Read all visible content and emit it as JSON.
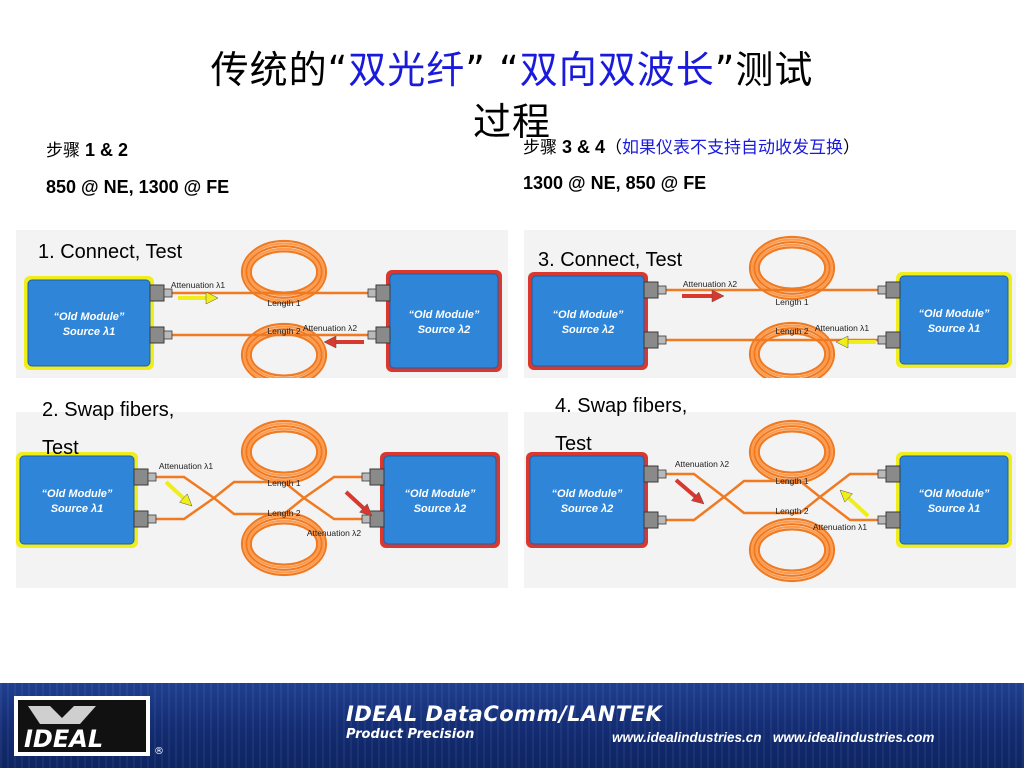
{
  "title": {
    "part1": "传统的“",
    "part2": "双光纤",
    "part3": "”  “",
    "part4": "双向双波长",
    "part5": "”测试",
    "part6": "过程"
  },
  "left_header": {
    "step_prefix": "步骤",
    "step_nums": " 1 & 2",
    "line2": "850 @ NE, 1300 @ FE"
  },
  "right_header": {
    "step_prefix": "步骤",
    "step_nums": " 3 & 4",
    "paren_open": "（",
    "note": "如果仪表不支持自动收发互换",
    "paren_close": "）",
    "line2": "1300 @ NE, 850 @ FE"
  },
  "steps": {
    "s1": "1. Connect, Test",
    "s2_line1": "2. Swap fibers,",
    "s2_line2": "Test",
    "s3": "3. Connect, Test",
    "s4_line1": "4. Swap fibers,",
    "s4_line2": "Test"
  },
  "diagrams": {
    "module_line1": "“Old Module”",
    "src_l1": "Source λ1",
    "src_l2": "Source λ2",
    "att_l1": "Attenuation λ1",
    "att_l2": "Attenuation λ2",
    "length1": "Length 1",
    "length2": "Length 2"
  },
  "footer": {
    "brand_line1": "IDEAL DataComm/LANTEK",
    "brand_line2": "Product Precision",
    "url1": "www.idealindustries.cn",
    "url2": "www.idealindustries.com",
    "logo_text": "IDEAL",
    "reg_mark": "®"
  },
  "colors": {
    "module_blue": "#2f86d8",
    "highlight_yellow": "#f0ee1a",
    "highlight_red": "#d8382e",
    "fiber_orange": "#f07a22",
    "title_blue": "#1a1adc",
    "footer_blue": "#163377"
  }
}
